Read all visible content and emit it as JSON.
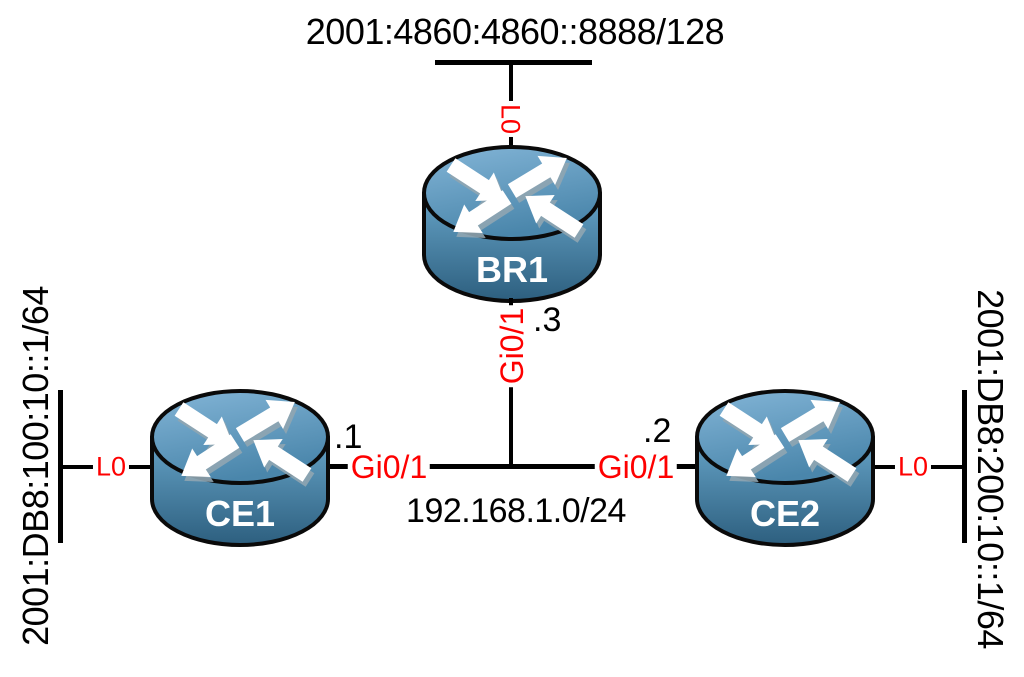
{
  "topology": {
    "routers": [
      {
        "name": "BR1",
        "loopback": {
          "interface": "L0",
          "network": "2001:4860:4860::8888/128"
        },
        "lan_interface": "Gi0/1",
        "lan_host": ".3"
      },
      {
        "name": "CE1",
        "loopback": {
          "interface": "L0",
          "network": "2001:DB8:100:10::1/64"
        },
        "lan_interface": "Gi0/1",
        "lan_host": ".1"
      },
      {
        "name": "CE2",
        "loopback": {
          "interface": "L0",
          "network": "2001:DB8:200:10::1/64"
        },
        "lan_interface": "Gi0/1",
        "lan_host": ".2"
      }
    ],
    "lan_subnet": "192.168.1.0/24",
    "colors": {
      "interface_label": "#fe0000",
      "link": "#000000",
      "text": "#000000",
      "router_top_fill": "#5b9ac2",
      "router_body_fill": "#2e6181"
    }
  }
}
